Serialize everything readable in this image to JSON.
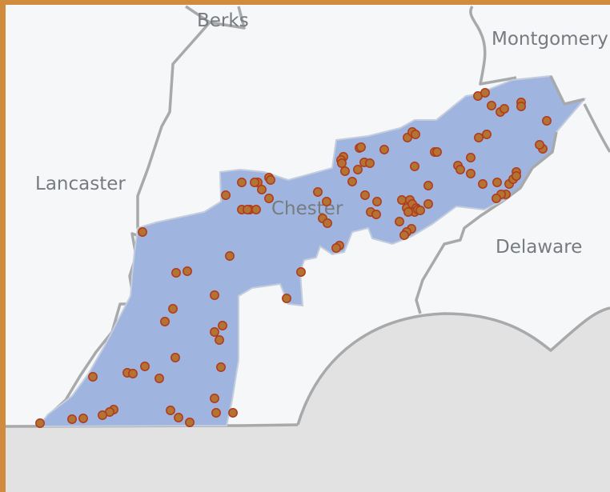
{
  "counties": {
    "berks": "Berks",
    "montgomery": "Montgomery",
    "lancaster": "Lancaster",
    "chester": "Chester",
    "delaware": "Delaware"
  },
  "colors": {
    "frame": "#d08c3c",
    "land": "#f6f7f8",
    "outside": "#e2e2e3",
    "boundary": "#a8a9ab",
    "region": "#9fb5df",
    "point_fill": "#b37332",
    "point_stroke": "#b03a1e",
    "label": "#777b80"
  },
  "symbols": {
    "site_marker": "circle"
  }
}
